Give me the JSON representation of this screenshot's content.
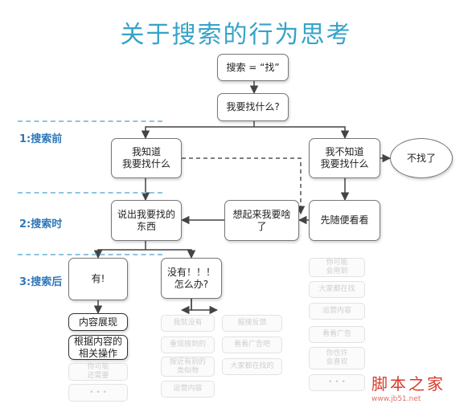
{
  "title": "关于搜索的行为思考",
  "stages": [
    "1:搜索前",
    "2:搜索时",
    "3:搜索后"
  ],
  "nodes": {
    "search_is_find": "搜索 = “找”",
    "what_to_find": "我要找什么?",
    "know": "我知道\n我要找什么",
    "not_know": "我不知道\n我要找什么",
    "give_up": "不找了",
    "say_out": "说出我要找的\n东西",
    "recall": "想起来我要啥\n了",
    "browse": "先随便看看",
    "have": "有!",
    "none": "没有！！！\n怎么办?",
    "content_show": "内容展现",
    "related_ops": "根据内容的\n相关操作"
  },
  "faint": {
    "have_list": [
      "你可能\n还需要",
      "• • •"
    ],
    "none_list1": [
      "我就没有",
      "重现搜到的",
      "按近有别的\n类似物",
      "运营内容"
    ],
    "none_list2": [
      "报搜反馈",
      "看看广告吧",
      "大家都在找的"
    ],
    "browse_list": [
      "你可能\n会用到",
      "大家都在找",
      "运营内容",
      "看看广告",
      "你也许\n会喜欢",
      "• • •"
    ]
  },
  "watermark": "脚本之家",
  "watermark_url": "www.jb51.net"
}
